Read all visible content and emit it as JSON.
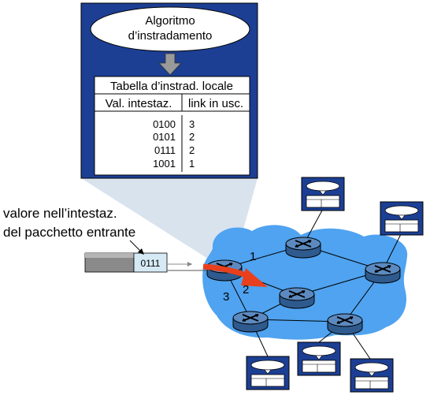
{
  "algorithm": {
    "line1": "Algoritmo",
    "line2": "d’instradamento"
  },
  "table": {
    "title": "Tabella d’instrad. locale",
    "header_value": "Val. intestaz.",
    "header_link": "link in usc.",
    "rows": [
      {
        "value": "0100",
        "link": "3"
      },
      {
        "value": "0101",
        "link": "2"
      },
      {
        "value": "0111",
        "link": "2"
      },
      {
        "value": "1001",
        "link": "1"
      }
    ]
  },
  "packet": {
    "caption_line1": "valore nell’intestaz.",
    "caption_line2": "del pacchetto entrante",
    "header_value": "0111"
  },
  "links": {
    "label_1": "1",
    "label_2": "2",
    "label_3": "3"
  },
  "colors": {
    "panel_blue": "#1c3f94",
    "cloud_blue": "#4fa3f0",
    "router_blue": "#3e6fa6",
    "arrow_red": "#e8401c"
  }
}
